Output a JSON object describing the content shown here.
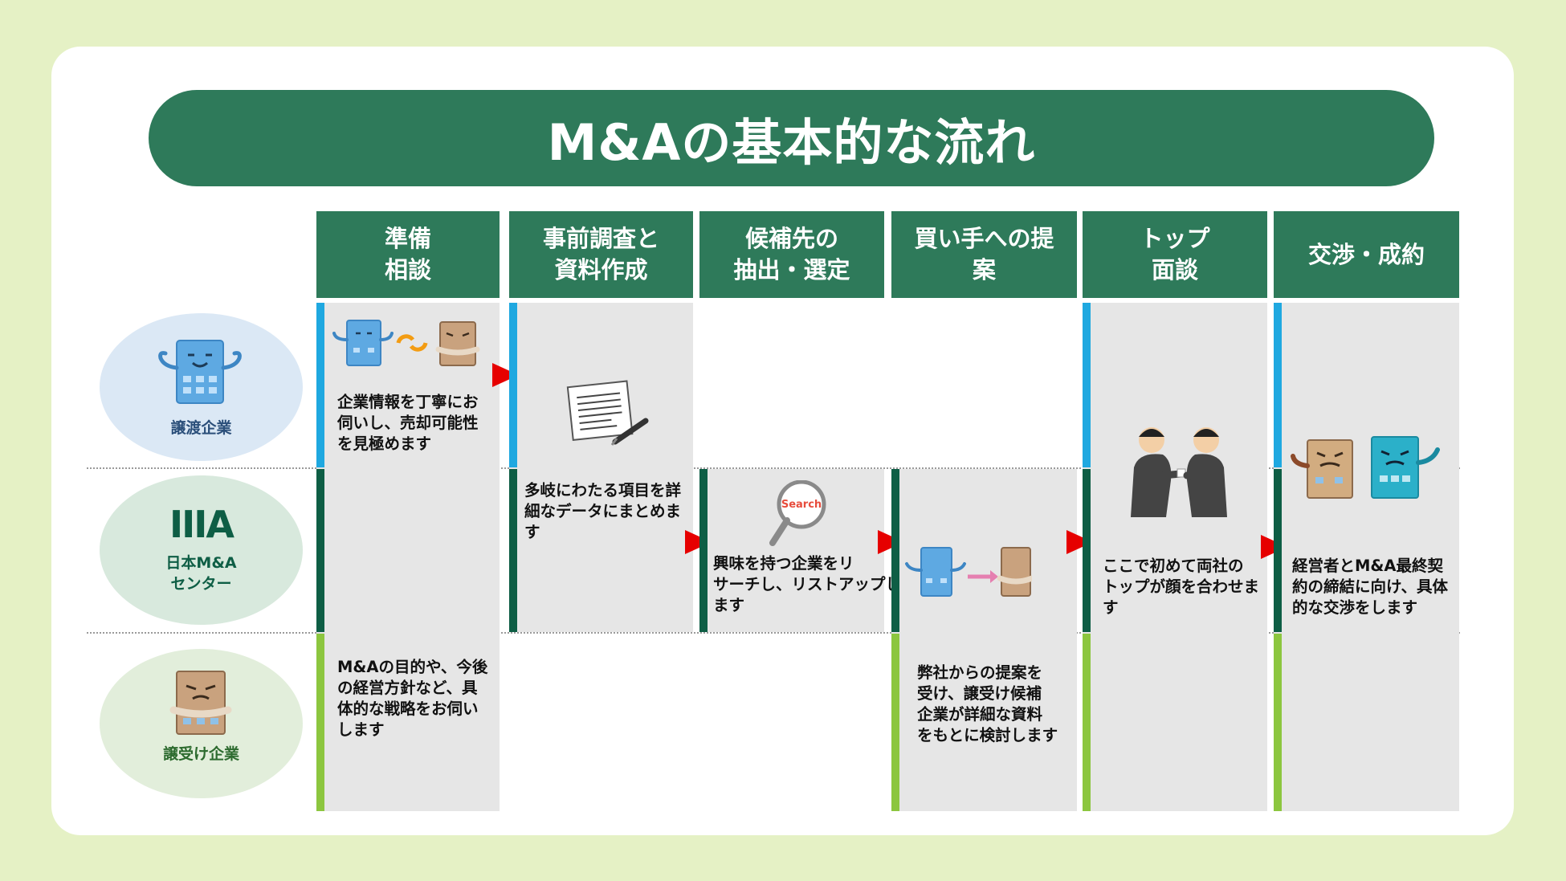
{
  "title": "M&Aの基本的な流れ",
  "steps": [
    "準備\n相談",
    "事前調査と\n資料作成",
    "候補先の\n抽出・選定",
    "買い手への提\n案",
    "トップ\n面談",
    "交渉・成約"
  ],
  "parties": {
    "seller": "譲渡企業",
    "center_logo": "IIIA",
    "center": "日本M&A\nセンター",
    "buyer": "譲受け企業"
  },
  "descriptions": {
    "prep_seller": "企業情報を丁寧にお\n伺いし、売却可能性\nを見極めます",
    "prep_buyer": "M&Aの目的や、今後\nの経営方針など、具\n体的な戦略をお伺い\nします",
    "research": "多岐にわたる項目を詳\n細なデータにまとめま\nす",
    "select": "興味を持つ企業をリ\nサーチし、リストアップし\nます",
    "proposal": "弊社からの提案を\n受け、譲受け候補\n企業が詳細な資料\nをもとに検討します",
    "top_meeting": "ここで初めて両社の\nトップが顔を合わせま\nす",
    "deal": "経営者とM&A最終契\n約の締結に向け、具体\n的な交渉をします"
  },
  "icons": {
    "search_text": "Search"
  },
  "colors": {
    "green_dark": "#2e7a5a",
    "seller_bar": "#1fa8e0",
    "center_bar": "#0e5e45",
    "buyer_bar": "#8cc63f",
    "arrow": "#e60000",
    "background": "#e5f1c5"
  }
}
